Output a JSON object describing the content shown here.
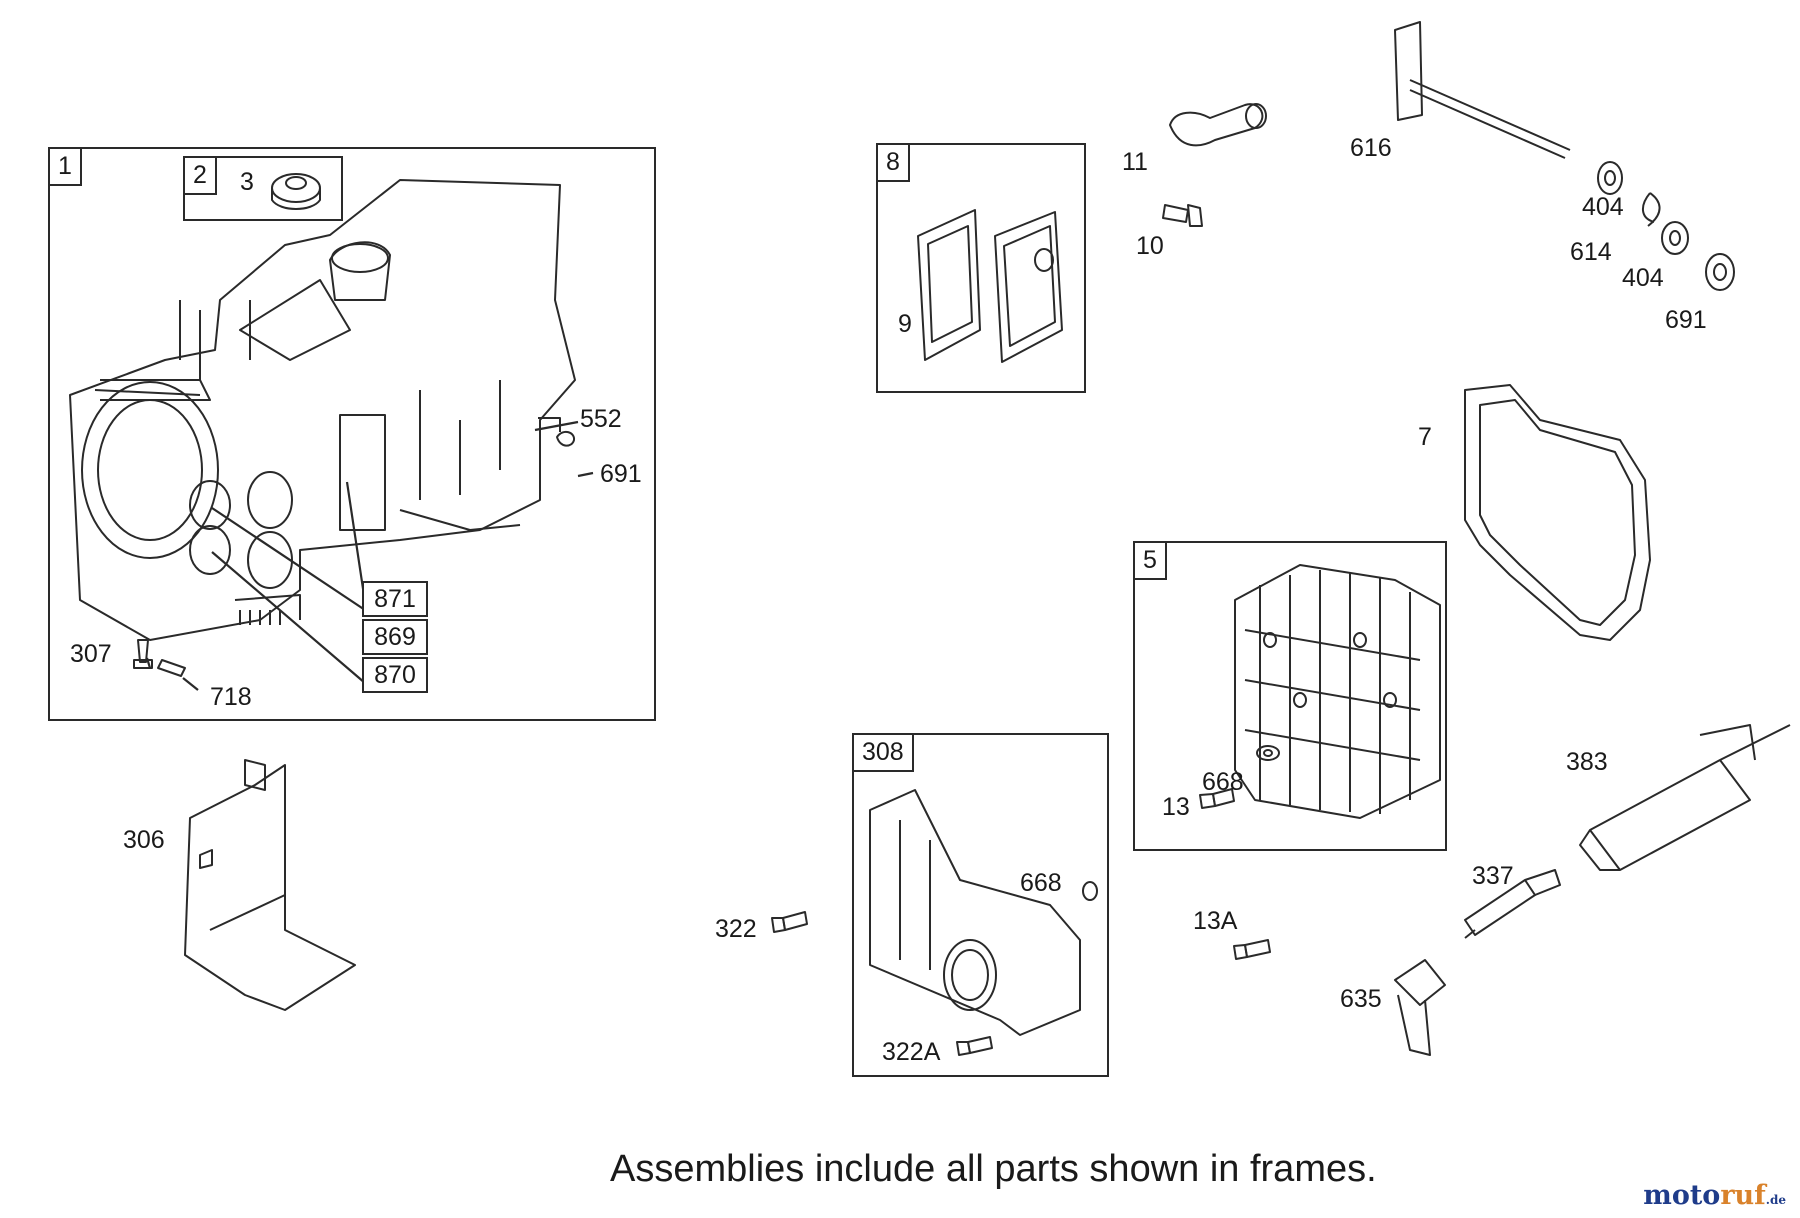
{
  "frames": {
    "crankcase": "1",
    "seal_kit": "2",
    "breather": "8",
    "cylinder_head": "5",
    "shield_assembly": "308"
  },
  "parts": {
    "p3": "3",
    "p552": "552",
    "p691a": "691",
    "p307": "307",
    "p718": "718",
    "p9": "9",
    "p11": "11",
    "p10": "10",
    "p616": "616",
    "p404a": "404",
    "p614": "614",
    "p404b": "404",
    "p691b": "691",
    "p7": "7",
    "p668a": "668",
    "p13": "13",
    "p306": "306",
    "p668b": "668",
    "p322": "322",
    "p322A": "322A",
    "p13A": "13A",
    "p383": "383",
    "p337": "337",
    "p635": "635"
  },
  "boxed_labels": {
    "b871": "871",
    "b869": "869",
    "b870": "870"
  },
  "caption": "Assemblies include all parts shown in frames.",
  "watermark": {
    "part1": "moto",
    "part2": "ruf",
    "part3": ".de"
  }
}
